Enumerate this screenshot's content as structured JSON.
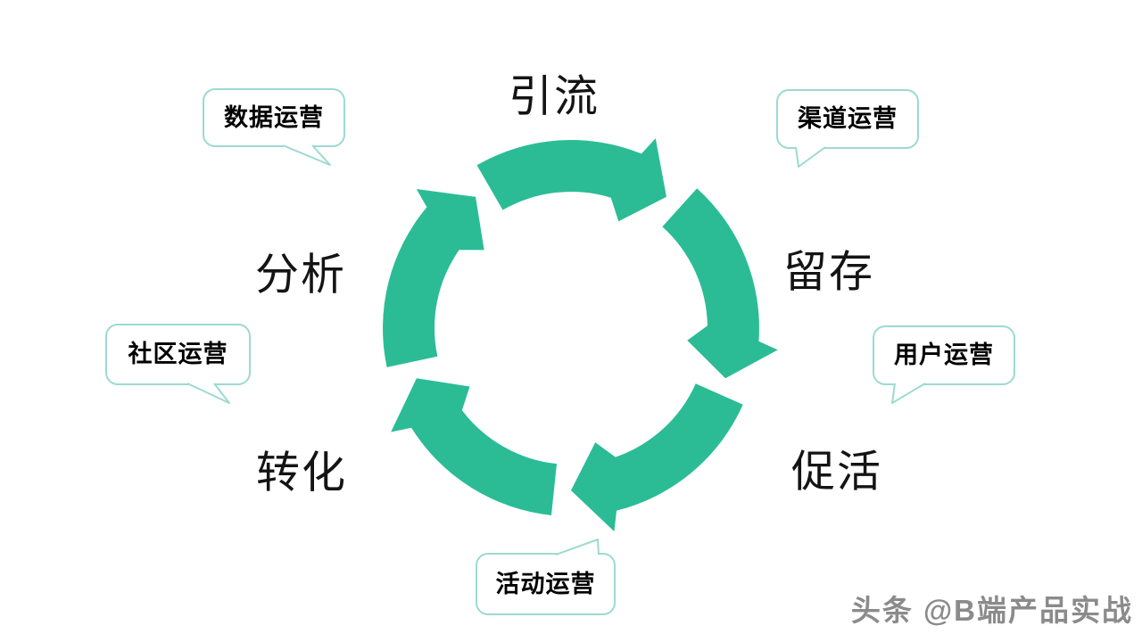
{
  "colors": {
    "arrow": "#2bbc96",
    "bubble_border": "#9cdad1",
    "stage_text": "#141414",
    "bubble_text": "#0a0a0a",
    "watermark_text": "#8b8b8b"
  },
  "cycle": {
    "direction": "clockwise",
    "stages": [
      {
        "label": "引流"
      },
      {
        "label": "留存"
      },
      {
        "label": "促活"
      },
      {
        "label": "转化"
      },
      {
        "label": "分析"
      }
    ]
  },
  "callouts": [
    {
      "label": "数据运营"
    },
    {
      "label": "渠道运营"
    },
    {
      "label": "社区运营"
    },
    {
      "label": "用户运营"
    },
    {
      "label": "活动运营"
    }
  ],
  "watermark": "头条 @B端产品实战"
}
